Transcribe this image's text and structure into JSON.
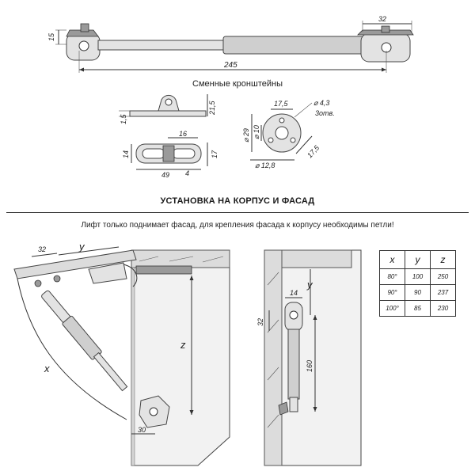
{
  "top_drawing": {
    "dims": {
      "height": "15",
      "length": "245",
      "bracket_width": "32"
    }
  },
  "brackets": {
    "caption": "Сменные кронштейны",
    "left_dims": {
      "thickness": "1,5",
      "height": "21,5",
      "slot": "16",
      "base_height": "14",
      "total_height": "17",
      "length": "49",
      "offset": "4"
    },
    "right_dims": {
      "width": "17,5",
      "hole": "⌀ 4,3",
      "holes_note": "3отв.",
      "outer_dia": "⌀ 29",
      "inner_dia": "⌀ 10",
      "lower_dia": "⌀ 12,8",
      "side": "17,5"
    }
  },
  "section": {
    "title": "УСТАНОВКА НА КОРПУС И ФАСАД",
    "note": "Лифт только поднимает фасад, для крепления фасада к корпусу необходимы петли!"
  },
  "install_left": {
    "labels": {
      "d32": "32",
      "y": "y",
      "x": "x",
      "z": "z",
      "d30": "30"
    }
  },
  "install_right": {
    "labels": {
      "y": "y",
      "d14": "14",
      "d32": "32",
      "d160": "160"
    }
  },
  "table": {
    "headers": [
      "x",
      "y",
      "z"
    ],
    "rows": [
      [
        "80°",
        "100",
        "250"
      ],
      [
        "90°",
        "90",
        "237"
      ],
      [
        "100°",
        "85",
        "230"
      ]
    ]
  }
}
